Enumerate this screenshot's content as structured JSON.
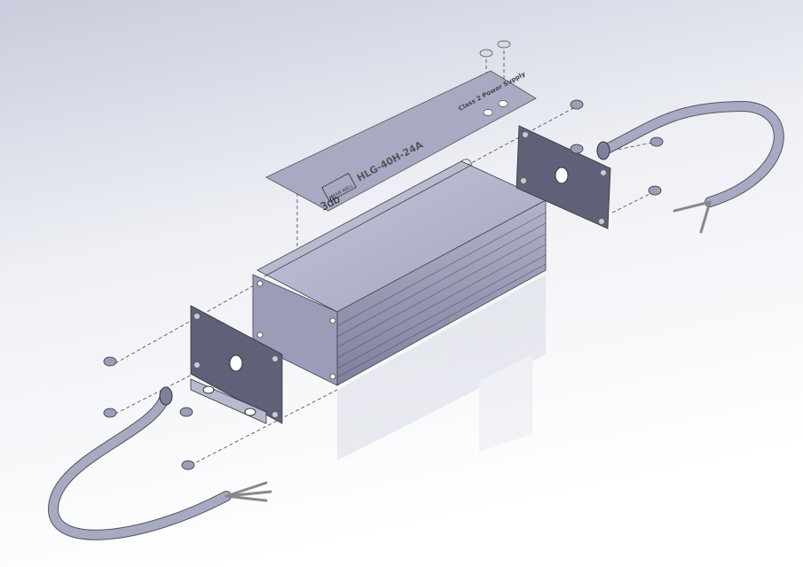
{
  "label_plate": {
    "model": "HLG-40H-24A",
    "subtitle": "Class 2 Power Supply",
    "brand": "MEAN WELL",
    "logo_text": "3db"
  },
  "colors": {
    "background_top": "#c9ccdc",
    "background_bottom": "#ffffff",
    "metal": "#a9abc6",
    "metal_dark": "#6e7090",
    "end_plate": "#5f6178"
  }
}
